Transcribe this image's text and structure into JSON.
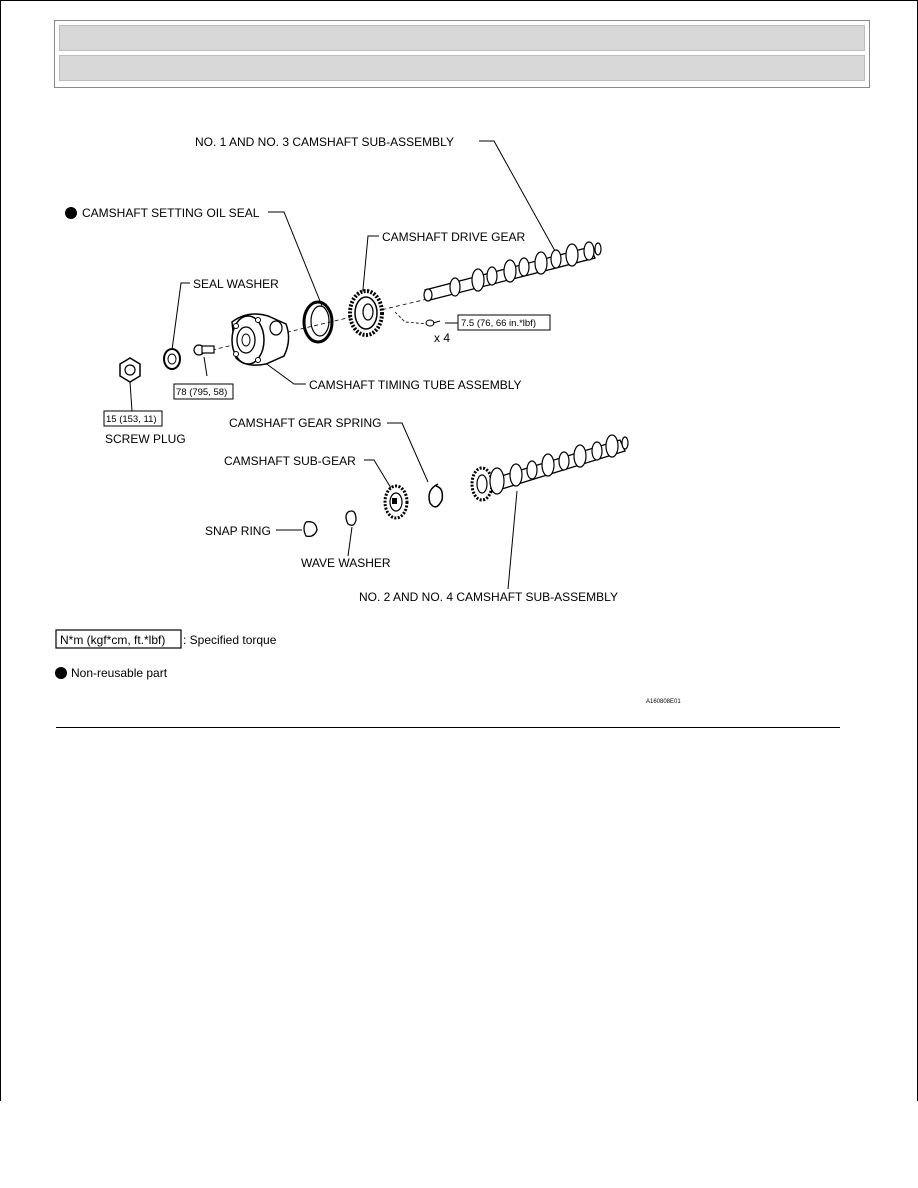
{
  "labels": {
    "no1_no3_camshaft": "NO. 1 AND NO. 3 CAMSHAFT SUB-ASSEMBLY",
    "camshaft_setting_oil_seal": "CAMSHAFT SETTING OIL SEAL",
    "camshaft_drive_gear": "CAMSHAFT DRIVE GEAR",
    "seal_washer": "SEAL WASHER",
    "camshaft_timing_tube": "CAMSHAFT TIMING TUBE ASSEMBLY",
    "screw_plug": "SCREW PLUG",
    "camshaft_gear_spring": "CAMSHAFT GEAR SPRING",
    "camshaft_sub_gear": "CAMSHAFT SUB-GEAR",
    "snap_ring": "SNAP RING",
    "wave_washer": "WAVE WASHER",
    "no2_no4_camshaft": "NO. 2 AND NO. 4 CAMSHAFT SUB-ASSEMBLY"
  },
  "torques": {
    "drive_gear_bolt": "7.5 (76, 66 in.*lbf)",
    "drive_gear_qty": "x 4",
    "timing_tube_bolt": "78 (795, 58)",
    "screw_plug": "15 (153, 11)"
  },
  "legend": {
    "torque_unit": "N*m (kgf*cm, ft.*lbf)",
    "torque_desc": ": Specified torque",
    "non_reusable": "Non-reusable part"
  },
  "figure_id": "A160808E01"
}
